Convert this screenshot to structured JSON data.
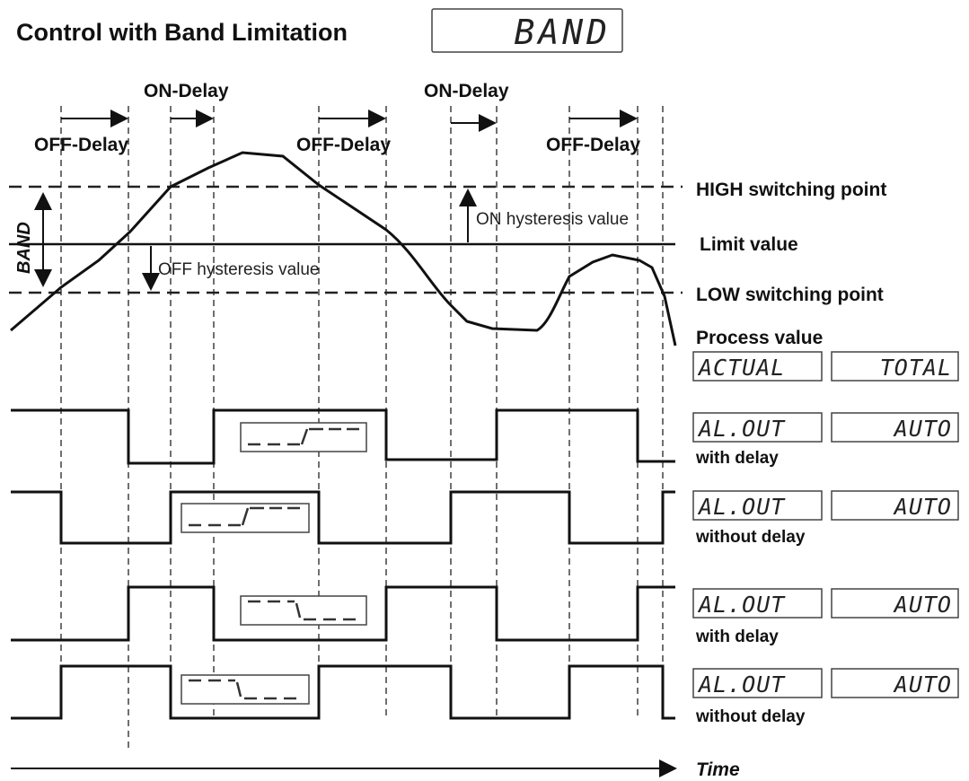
{
  "title": "Control with Band Limitation",
  "mode_display": "BAND",
  "delay_labels": {
    "off_delay_1": "OFF-Delay",
    "on_delay_1": "ON-Delay",
    "off_delay_2": "OFF-Delay",
    "on_delay_2": "ON-Delay",
    "off_delay_3": "OFF-Delay"
  },
  "band_label": "BAND",
  "on_hysteresis": "ON hysteresis value",
  "off_hysteresis": "OFF hysteresis value",
  "levels": {
    "high": "HIGH switching point",
    "limit": "Limit value",
    "low": "LOW switching point",
    "process": "Process value"
  },
  "process_displays": [
    "ACTUAL",
    "TOTAL"
  ],
  "outputs": [
    {
      "display_left": "AL.OUT",
      "display_right": "AUTO",
      "caption": "with delay"
    },
    {
      "display_left": "AL.OUT",
      "display_right": "AUTO",
      "caption": "without delay"
    },
    {
      "display_left": "AL.OUT",
      "display_right": "AUTO",
      "caption": "with delay"
    },
    {
      "display_left": "AL.OUT",
      "display_right": "AUTO",
      "caption": "without delay"
    }
  ],
  "time_label": "Time",
  "icons": {
    "relay_normally_open": "relay-contact-closed-icon",
    "relay_normally_closed": "relay-contact-open-icon"
  }
}
